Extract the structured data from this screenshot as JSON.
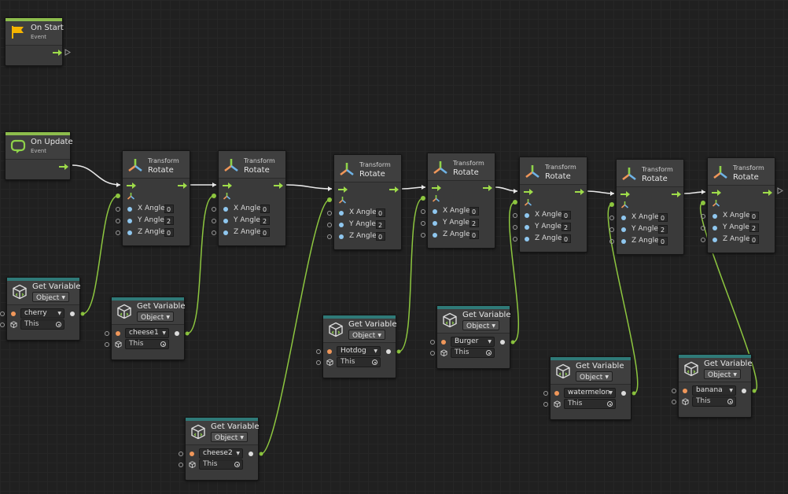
{
  "nodes": {
    "on_start": {
      "title": "On Start",
      "subtitle": "Event"
    },
    "on_update": {
      "title": "On Update",
      "subtitle": "Event"
    },
    "rotate": [
      {
        "title": "Transform",
        "subtitle": "Rotate",
        "x_label": "X Angle",
        "y_label": "Y Angle",
        "z_label": "Z Angle",
        "x": "0",
        "y": "2",
        "z": "0"
      },
      {
        "title": "Transform",
        "subtitle": "Rotate",
        "x_label": "X Angle",
        "y_label": "Y Angle",
        "z_label": "Z Angle",
        "x": "0",
        "y": "2",
        "z": "0"
      },
      {
        "title": "Transform",
        "subtitle": "Rotate",
        "x_label": "X Angle",
        "y_label": "Y Angle",
        "z_label": "Z Angle",
        "x": "0",
        "y": "2",
        "z": "0"
      },
      {
        "title": "Transform",
        "subtitle": "Rotate",
        "x_label": "X Angle",
        "y_label": "Y Angle",
        "z_label": "Z Angle",
        "x": "0",
        "y": "2",
        "z": "0"
      },
      {
        "title": "Transform",
        "subtitle": "Rotate",
        "x_label": "X Angle",
        "y_label": "Y Angle",
        "z_label": "Z Angle",
        "x": "0",
        "y": "2",
        "z": "0"
      },
      {
        "title": "Transform",
        "subtitle": "Rotate",
        "x_label": "X Angle",
        "y_label": "Y Angle",
        "z_label": "Z Angle",
        "x": "0",
        "y": "2",
        "z": "0"
      },
      {
        "title": "Transform",
        "subtitle": "Rotate",
        "x_label": "X Angle",
        "y_label": "Y Angle",
        "z_label": "Z Angle",
        "x": "0",
        "y": "2",
        "z": "0"
      }
    ],
    "get_variable": [
      {
        "title": "Get Variable",
        "kind": "Object",
        "name": "cherry",
        "target": "This"
      },
      {
        "title": "Get Variable",
        "kind": "Object",
        "name": "cheese1",
        "target": "This"
      },
      {
        "title": "Get Variable",
        "kind": "Object",
        "name": "cheese2",
        "target": "This"
      },
      {
        "title": "Get Variable",
        "kind": "Object",
        "name": "Hotdog",
        "target": "This"
      },
      {
        "title": "Get Variable",
        "kind": "Object",
        "name": "Burger",
        "target": "This"
      },
      {
        "title": "Get Variable",
        "kind": "Object",
        "name": "watermelon",
        "target": "This"
      },
      {
        "title": "Get Variable",
        "kind": "Object",
        "name": "banana",
        "target": "This"
      }
    ]
  },
  "colors": {
    "flow_wire": "#e8e8e8",
    "object_wire": "#8dc63f",
    "event_accent": "#8dbd4c",
    "variable_accent": "#2f7a78",
    "axis_port": "#8fc7ef",
    "name_port": "#f0975a"
  },
  "icons": {
    "on_start": "flag-icon",
    "on_update": "update-loop-icon",
    "rotate": "transform-axis-icon",
    "get_variable": "variable-cube-icon",
    "target": "target-icon"
  }
}
